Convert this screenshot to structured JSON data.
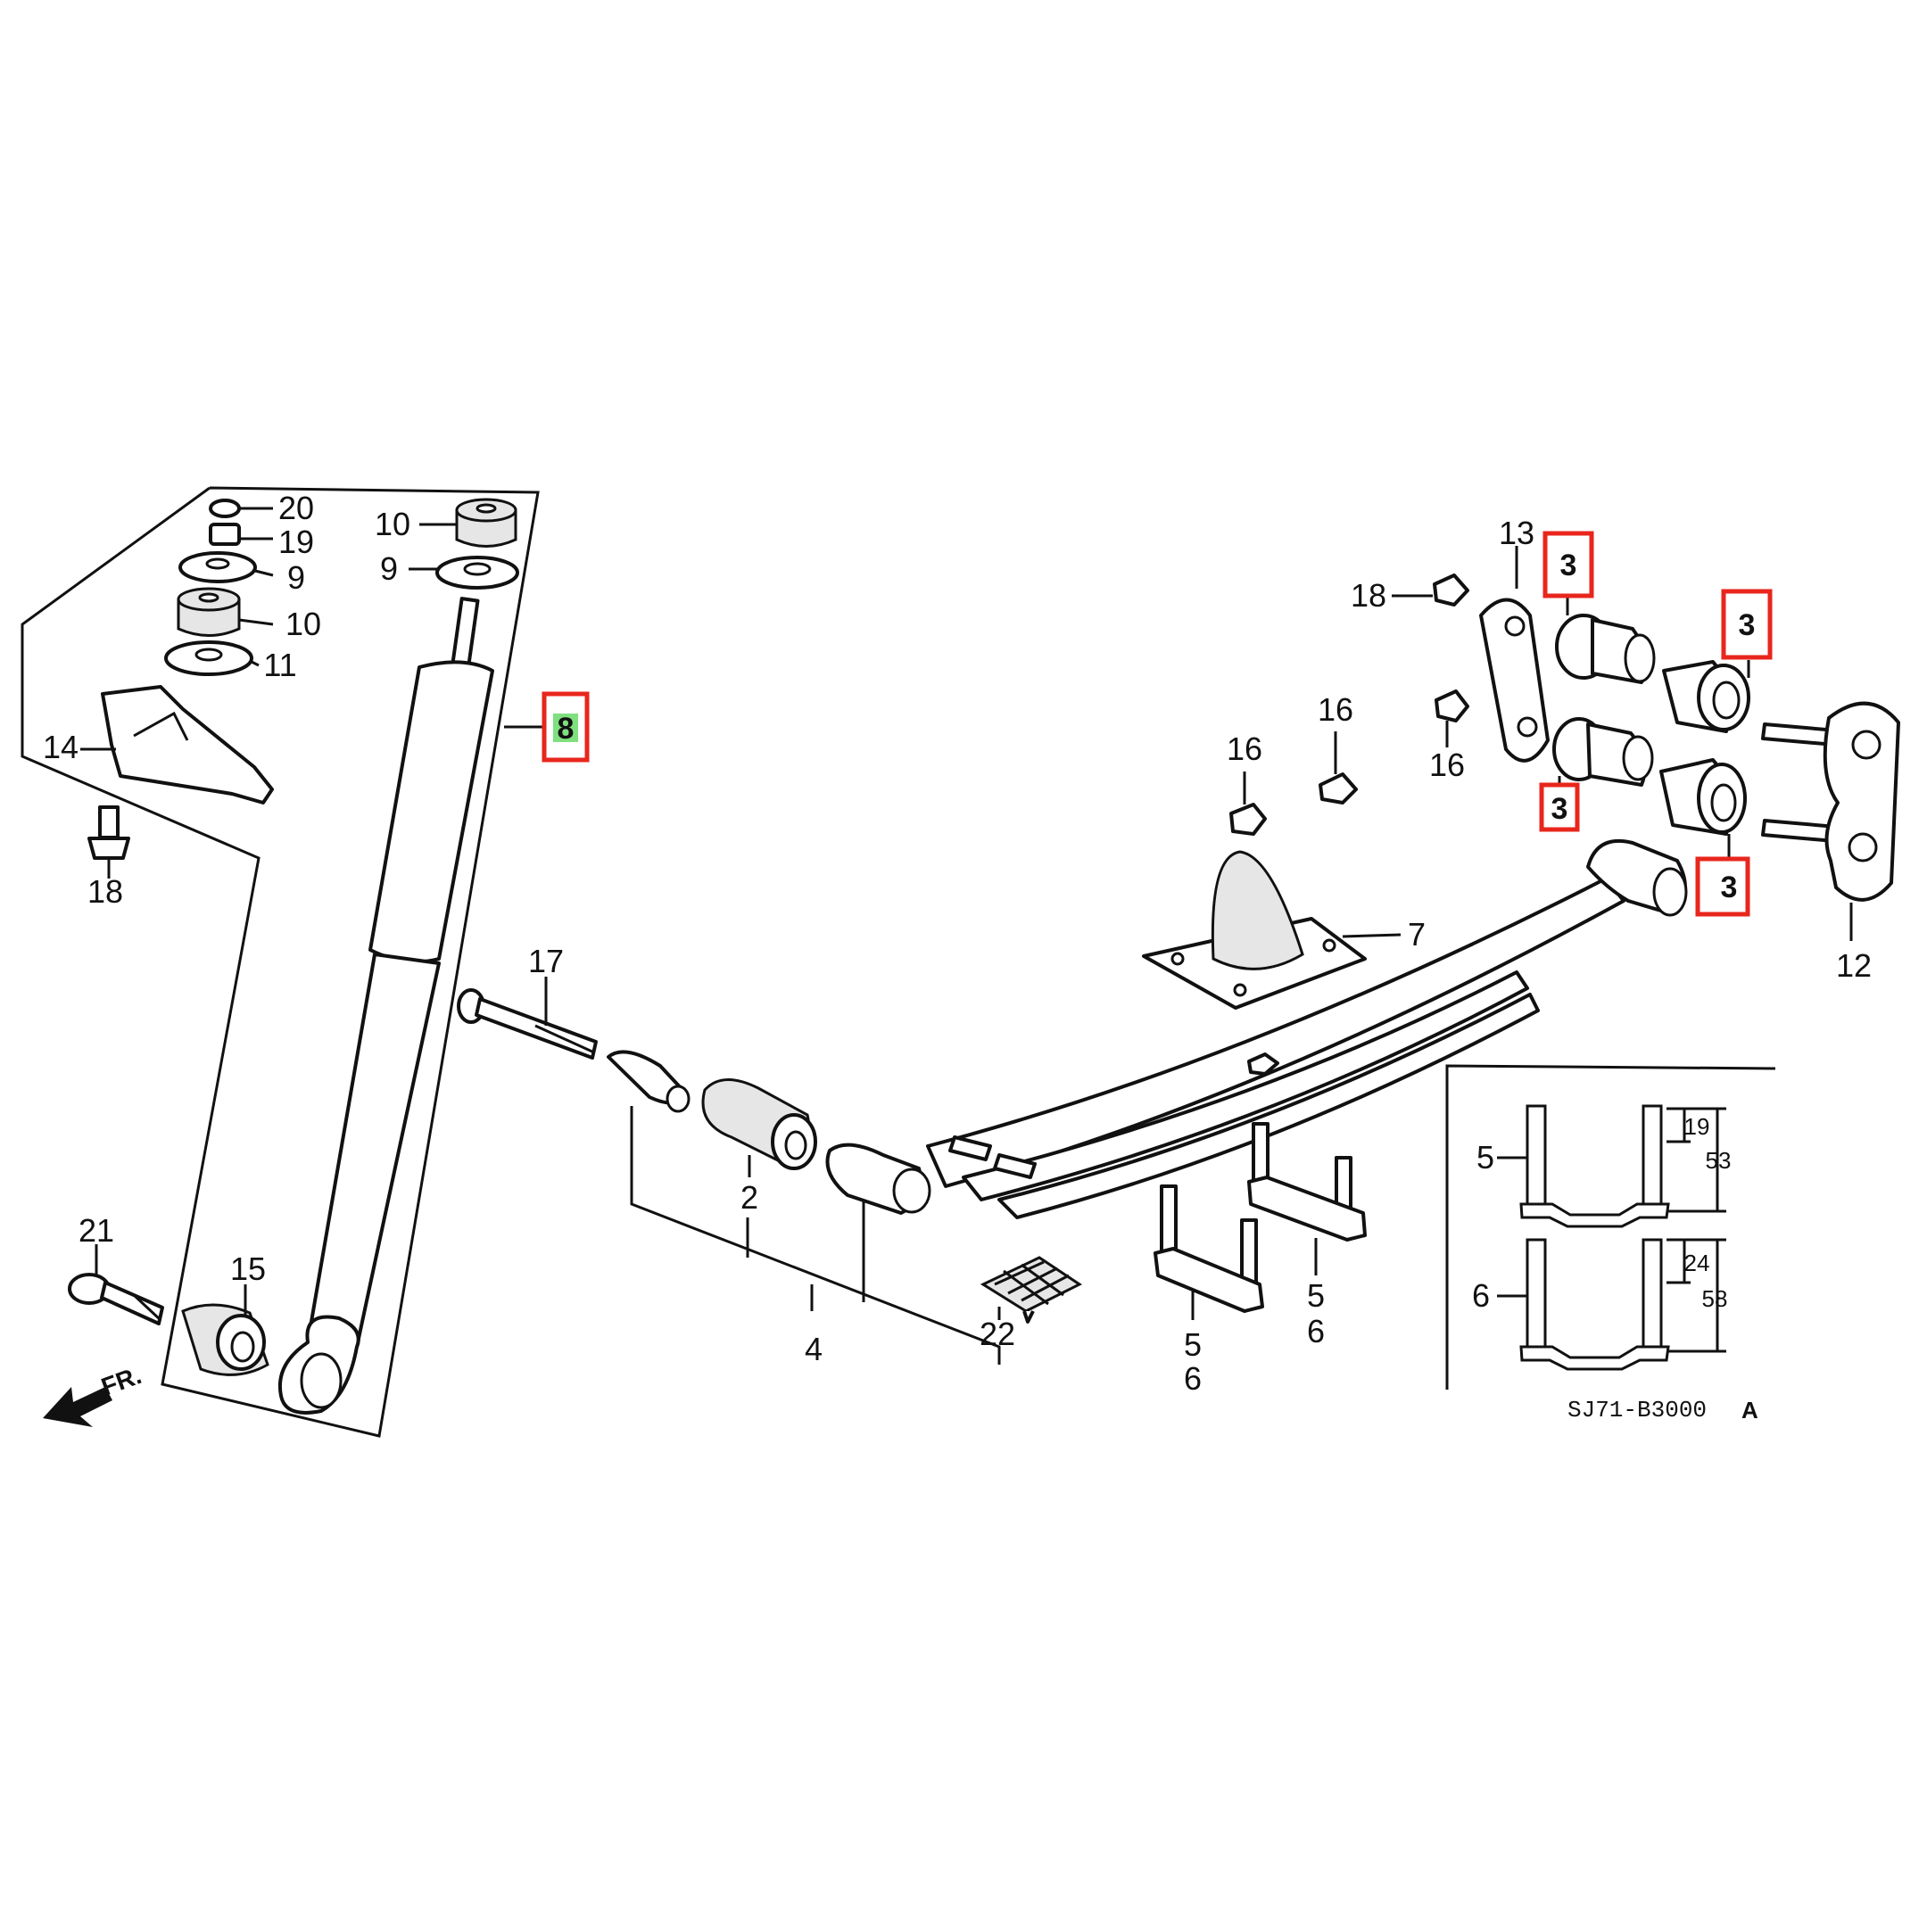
{
  "diagram": {
    "code": "SJ71-B3000",
    "code_suffix": "A",
    "direction_label": "FR.",
    "highlight_color": "#e8261c",
    "selected_fill": "#7ee07e"
  },
  "labels": {
    "l20": "20",
    "l19": "19",
    "l9a": "9",
    "l10a": "10",
    "l11": "11",
    "l14": "14",
    "l18a": "18",
    "l10b": "10",
    "l9b": "9",
    "l8": "8",
    "l17": "17",
    "l2": "2",
    "l4": "4",
    "l21": "21",
    "l15": "15",
    "l22": "22",
    "l16a": "16",
    "l16b": "16",
    "l16c": "16",
    "l18b": "18",
    "l13": "13",
    "l3a": "3",
    "l3b": "3",
    "l3c": "3",
    "l3d": "3",
    "l7": "7",
    "l12": "12",
    "l5a": "5",
    "l6a": "6",
    "l5b": "5",
    "l6b": "6"
  },
  "inset": {
    "bolt5_label": "5",
    "bolt6_label": "6",
    "dim5_short": "19",
    "dim5_long": "53",
    "dim6_short": "24",
    "dim6_long": "58"
  },
  "icons": [
    "shock-absorber-icon",
    "leaf-spring-icon",
    "u-bolt-icon",
    "bushing-icon",
    "shackle-icon",
    "nut-icon",
    "bolt-icon"
  ]
}
